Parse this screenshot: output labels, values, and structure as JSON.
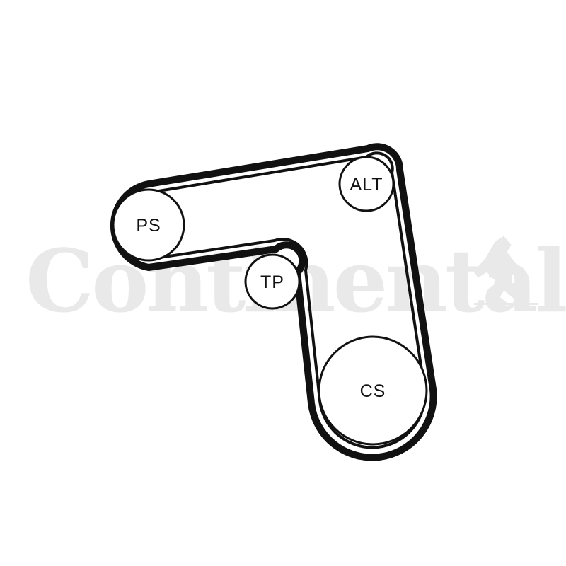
{
  "watermark": {
    "brand": "Continental",
    "logo_icon": "rearing-horse-icon",
    "color": "#e9e9e9"
  },
  "belt": {
    "color": "#111111",
    "routing_order": [
      "ALT",
      "CS",
      "TP",
      "PS"
    ]
  },
  "pulleys": [
    {
      "id": "ps",
      "label": "PS"
    },
    {
      "id": "alt",
      "label": "ALT"
    },
    {
      "id": "tp",
      "label": "TP"
    },
    {
      "id": "cs",
      "label": "CS"
    }
  ]
}
